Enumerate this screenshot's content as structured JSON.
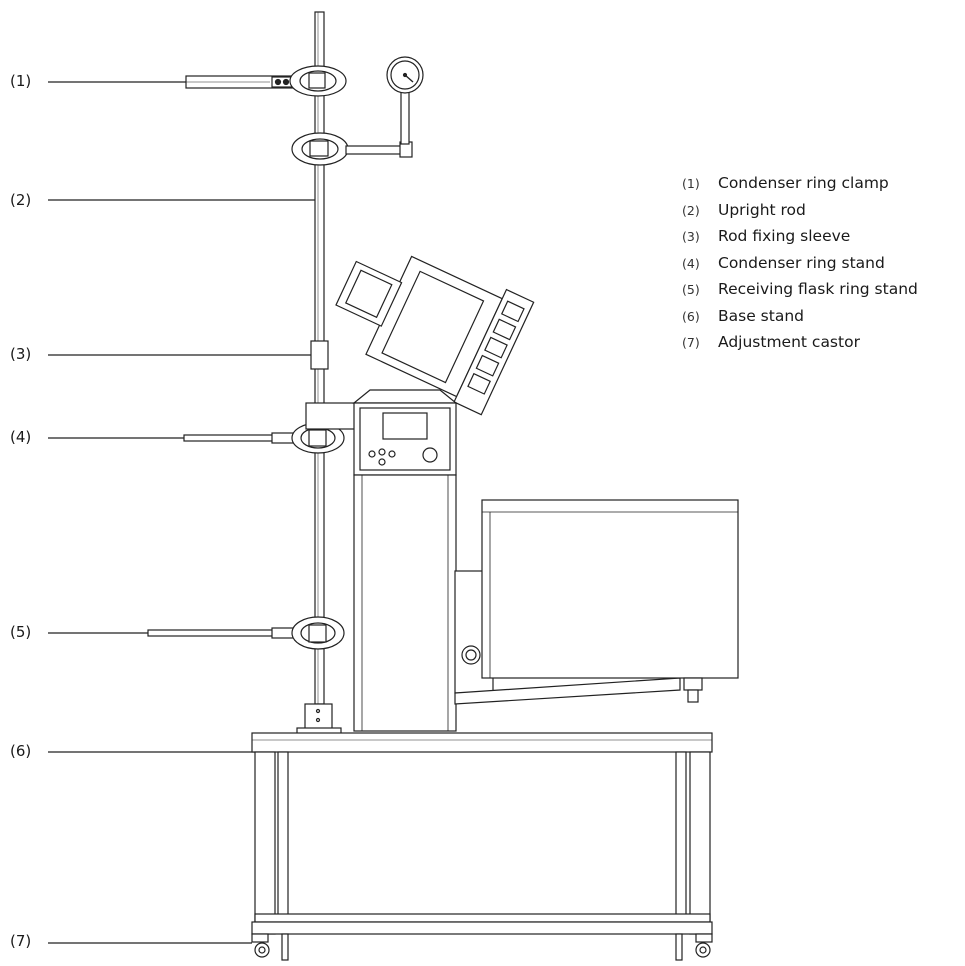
{
  "callouts": [
    {
      "num": "(1)",
      "name": "Condenser ring clamp"
    },
    {
      "num": "(2)",
      "name": "Upright rod"
    },
    {
      "num": "(3)",
      "name": "Rod fixing sleeve"
    },
    {
      "num": "(4)",
      "name": "Condenser ring stand"
    },
    {
      "num": "(5)",
      "name": "Receiving flask ring stand"
    },
    {
      "num": "(6)",
      "name": "Base stand"
    },
    {
      "num": "(7)",
      "name": "Adjustment castor"
    }
  ]
}
